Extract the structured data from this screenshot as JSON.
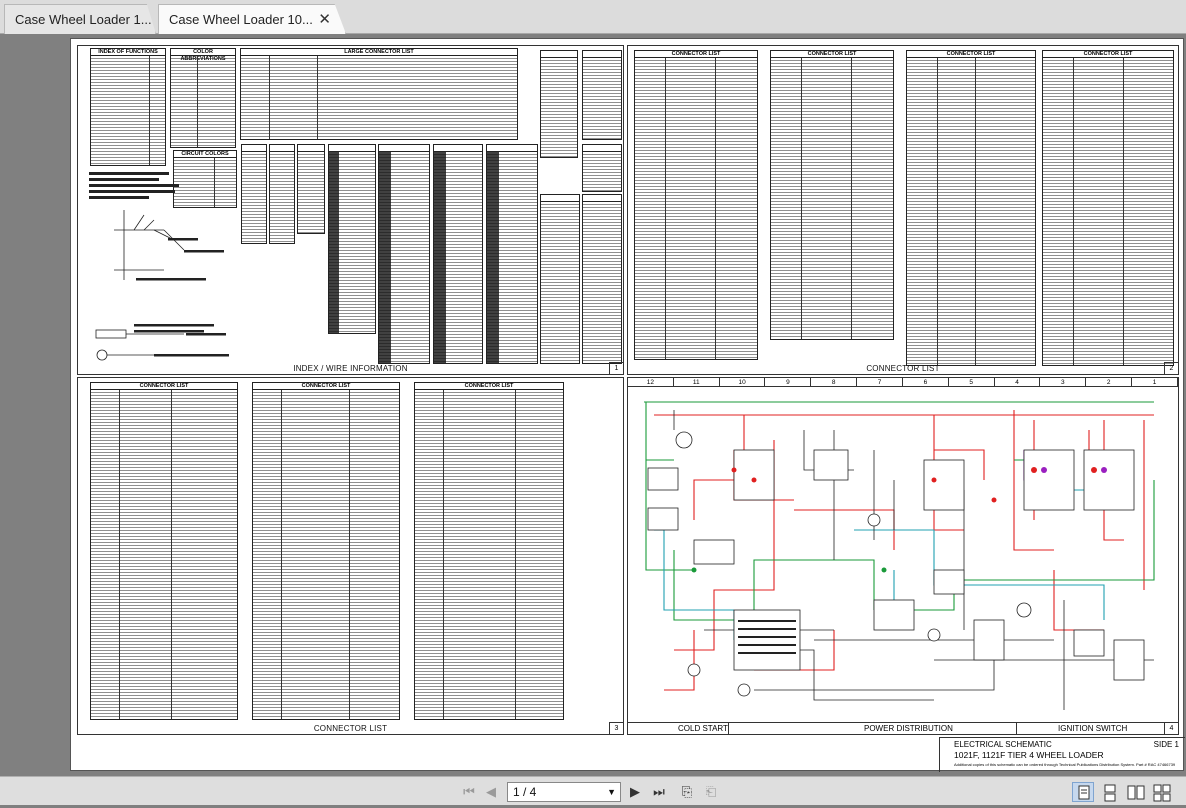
{
  "tabs": [
    {
      "label": "Case Wheel Loader 1...",
      "active": false
    },
    {
      "label": "Case Wheel Loader 10...",
      "active": true
    }
  ],
  "sheet": {
    "panels": [
      {
        "id": "p1",
        "title": "INDEX / WIRE INFORMATION",
        "num": "1"
      },
      {
        "id": "p2",
        "title": "CONNECTOR LIST",
        "num": "2"
      },
      {
        "id": "p3",
        "title": "CONNECTOR LIST",
        "num": "3"
      },
      {
        "id": "p4a",
        "title": "COLD START"
      },
      {
        "id": "p4b",
        "title": "POWER DISTRIBUTION"
      },
      {
        "id": "p4c",
        "title": "IGNITION SWITCH",
        "num": "4"
      }
    ],
    "tables": {
      "index_of_functions": "INDEX OF FUNCTIONS",
      "color_abbreviations": "COLOR ABBREVIATIONS",
      "large_connector_list": "LARGE CONNECTOR LIST",
      "circuit_colors": "CIRCUIT COLORS",
      "connector_list": "CONNECTOR LIST"
    },
    "ruler": [
      "12",
      "11",
      "10",
      "9",
      "8",
      "7",
      "6",
      "5",
      "4",
      "3",
      "2",
      "1"
    ],
    "title_block": {
      "line1": "ELECTRICAL SCHEMATIC",
      "side": "SIDE 1",
      "line2": "1021F, 1121F TIER 4 WHEEL LOADER",
      "line3": "Additional copies of this schematic can be ordered through Technical Publications Distribution System. Part # RAC 47466739"
    }
  },
  "toolbar": {
    "page_value": "1 / 4",
    "icons": [
      "first-page-icon",
      "prev-page-icon",
      "next-page-icon",
      "last-page-icon",
      "go-back-icon",
      "go-forward-icon",
      "single-page-icon",
      "continuous-icon",
      "facing-icon",
      "facing-continuous-icon"
    ]
  },
  "colors": {
    "tabbar": "#dcdcdc",
    "viewer": "#808080",
    "toolbar": "#dedede",
    "wire_red": "#e02020",
    "wire_green": "#1a9a3a",
    "wire_teal": "#20a0b0",
    "wire_purple": "#9a20c0"
  }
}
